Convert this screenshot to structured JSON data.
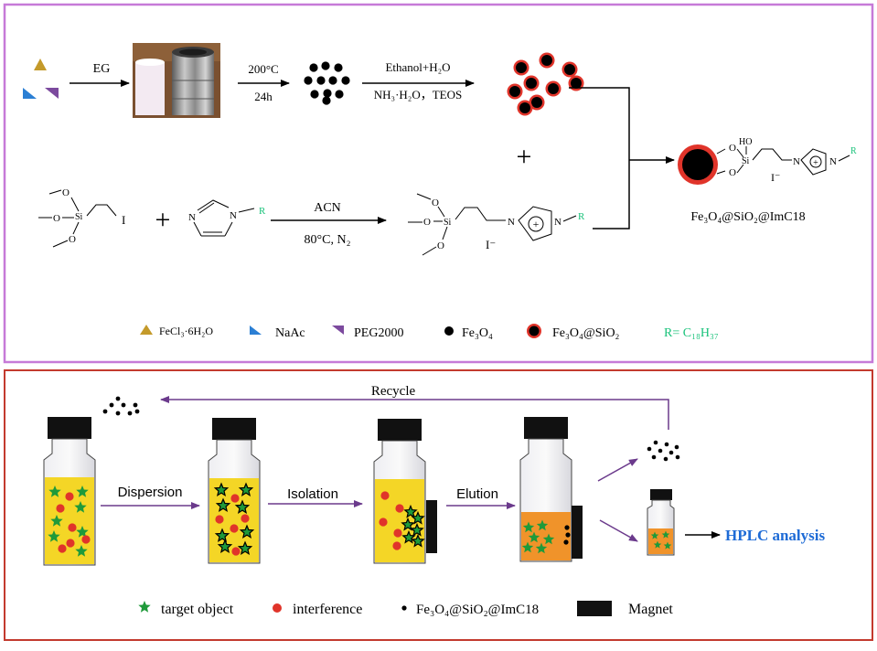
{
  "synthesis": {
    "step1_reagent": "EG",
    "step2_conditions_top": "200°C",
    "step2_conditions_bottom": "24h",
    "step3_conditions_top": "Ethanol+H₂O",
    "step3_conditions_bottom": "NH₃·H₂O，TEOS",
    "plus_1": "+",
    "plus_2": "+",
    "reaction_conditions_top": "ACN",
    "reaction_conditions_bottom": "80°C,  N₂",
    "product_label": "Fe₃O₄@SiO₂@ImC18",
    "iodide_label": "I⁻",
    "product_iodide_label": "I⁻",
    "r_group": "R",
    "si_label": "Si",
    "ho_label": "HO",
    "o_label": "O",
    "n_label": "N",
    "i_atom": "I",
    "cation_symbol": "+"
  },
  "legend_top": {
    "fecl3": "FeCl₃·6H₂O",
    "naac": "NaAc",
    "peg": "PEG2000",
    "fe3o4": "Fe₃O₄",
    "fe3o4_sio2": "Fe₃O₄@SiO₂",
    "r_def": "R= C₁₈H₃₇"
  },
  "workflow": {
    "recycle": "Recycle",
    "dispersion": "Dispersion",
    "isolation": "Isolation",
    "elution": "Elution",
    "hplc": "HPLC analysis"
  },
  "legend_bottom": {
    "target": "target object",
    "interference": "interference",
    "sorbent": "Fe₃O₄@SiO₂@ImC18",
    "magnet": "Magnet"
  },
  "colors": {
    "top_border": "#c67ad8",
    "bottom_border": "#c33a2e",
    "arrow_purple": "#6b3a8c",
    "star_green": "#1f9a3a",
    "interference_red": "#e0342a",
    "liquid_yellow": "#f4d626",
    "liquid_orange": "#f0932a",
    "hplc_blue": "#1e6bd6",
    "r_green": "#19c27a",
    "fecl3_gold": "#c49a2a",
    "naac_blue": "#2b7fd4",
    "peg_purple": "#7c4a9e"
  }
}
